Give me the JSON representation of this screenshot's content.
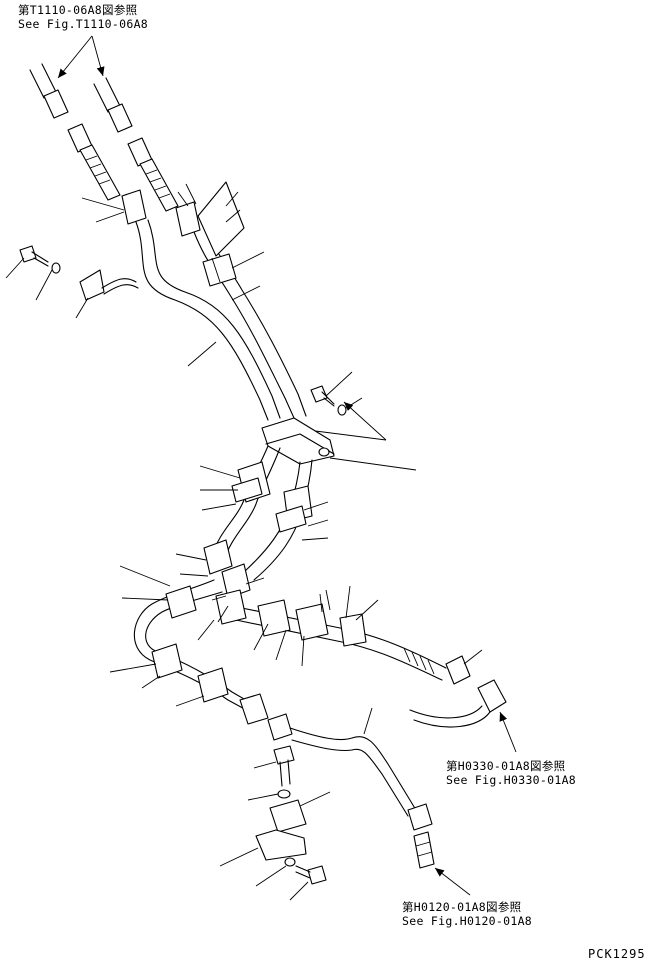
{
  "references": [
    {
      "id": "top",
      "jp": "第T1110-06A8図参照",
      "en": "See Fig.T1110-06A8"
    },
    {
      "id": "mid",
      "jp": "第H0330-01A8図参照",
      "en": "See Fig.H0330-01A8"
    },
    {
      "id": "bot",
      "jp": "第H0120-01A8図参照",
      "en": "See Fig.H0120-01A8"
    }
  ],
  "drawing_code": "PCK1295"
}
